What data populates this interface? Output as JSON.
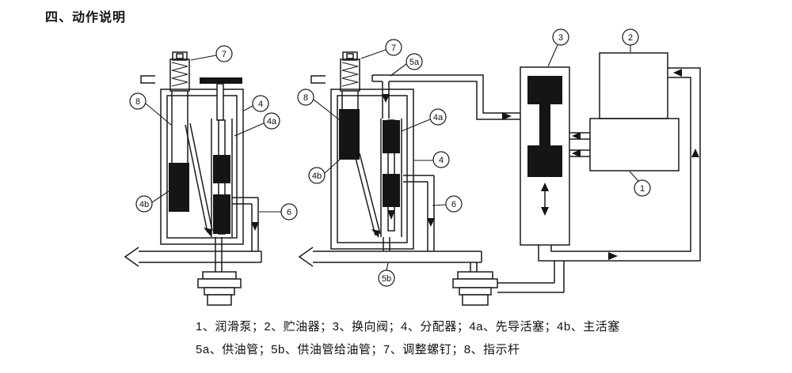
{
  "title": "四、动作说明",
  "legend": {
    "line1": "1、润滑泵；2、贮油器；3、换向阀；4、分配器；4a、先导活塞；4b、主活塞",
    "line2": "5a、供油管；5b、供油管给油管；7、调整螺钉；8、指示杆"
  },
  "callouts": {
    "left_pump": {
      "n7": "7",
      "n8": "8",
      "n4": "4",
      "n4a": "4a",
      "n4b": "4b",
      "n6": "6"
    },
    "middle_pump": {
      "n7": "7",
      "n5a": "5a",
      "n8": "8",
      "n4a": "4a",
      "n4": "4",
      "n4b": "4b",
      "n6": "6",
      "n5b": "5b"
    },
    "system": {
      "n3": "3",
      "n2": "2",
      "n1": "1"
    }
  },
  "colors": {
    "line": "#1a1a1a",
    "dark_fill": "#151515",
    "background": "#ffffff"
  }
}
